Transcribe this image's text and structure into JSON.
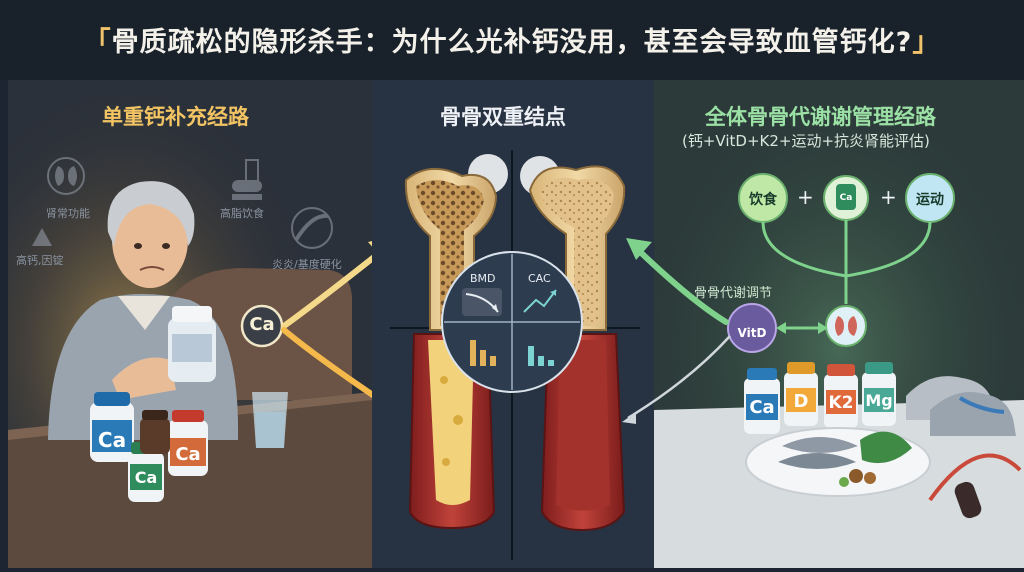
{
  "title": {
    "open_quote": "「",
    "text": "骨质疏松的隐形杀手：为什么光补钙没用，甚至会导致血管钙化?",
    "close_quote": "」"
  },
  "left_panel": {
    "heading": "单重钙补充经路",
    "risk_labels": {
      "kidney": "肾常功能",
      "calcium_level": "高钙,因锭",
      "fat_diet": "高脂饮食",
      "inflammation": "炎炎/基度硬化"
    },
    "ca_callout": "Ca",
    "bottle_labels": [
      "Ca",
      "Ca",
      "Ca"
    ]
  },
  "middle_panel": {
    "heading": "骨骨双重结点",
    "chart_labels": {
      "bmd": "BMD",
      "cac": "CAC"
    }
  },
  "right_panel": {
    "heading": "全体骨骨代谢谢管理经路",
    "subheading": "(钙+VitD+K2+运动+抗炎肾能评估)",
    "diet_label": "饮食",
    "exercise_label": "运动",
    "plus_sign": "+",
    "center_icon_label": "Ca",
    "regulation_label": "骨骨代谢调节",
    "vitd_label": "VitD",
    "supplement_labels": [
      "Ca",
      "D",
      "K2",
      "Mg"
    ]
  },
  "colors": {
    "background": "#1c2531",
    "title_text": "#f3f1e9",
    "accent_gold": "#f0c36b",
    "left_heading": "#f2c463",
    "middle_heading": "#eef1f5",
    "right_heading": "#9be0a4",
    "arrow_left": "#f5d98a",
    "arrow_right": "#7fd28c",
    "bone": "#e9c990",
    "vessel": "#b7332c",
    "plaque": "#f2d27a"
  }
}
